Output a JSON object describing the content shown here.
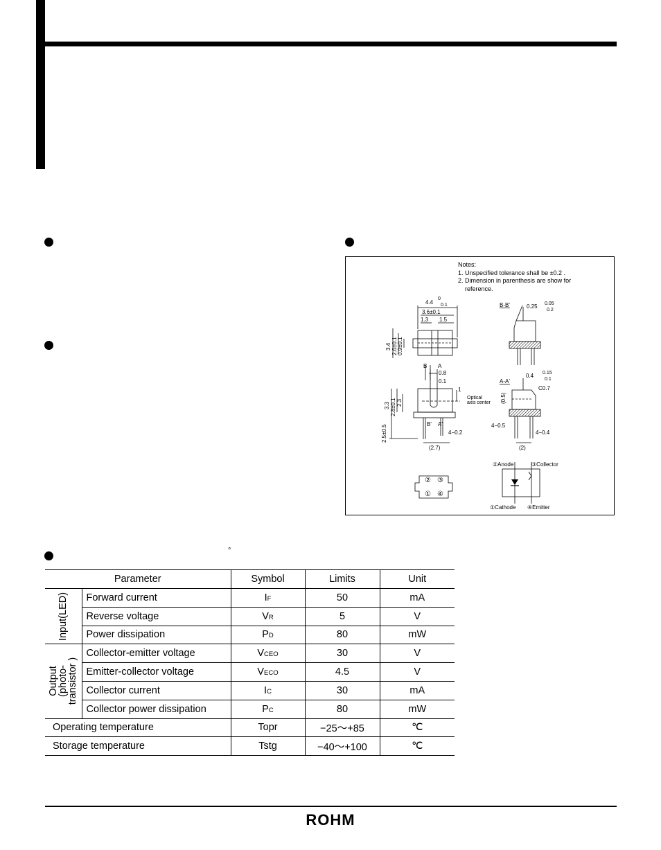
{
  "figure": {
    "notes": [
      "Notes:",
      "1. Unspecified tolerance shall be ±0.2 .",
      "2. Dimension in parenthesis are show for",
      "reference."
    ],
    "labels": {
      "dim_44": "4.4",
      "dim_44_tol_up": "0",
      "dim_44_tol_dn": "0.1",
      "dim_36": "3.6±0.1",
      "dim_13": "1.3",
      "dim_15": "1.5",
      "dim_34": "3.4",
      "dim_26": "2.6±0.1",
      "dim_09": "0.9±0.1",
      "bb": "B-B'",
      "dim_025": "0.25",
      "dim_025_up": "0.05",
      "dim_025_dn": "0.2",
      "b": "B",
      "a": "A",
      "dim_08": "0.8",
      "dim_01": "0.1",
      "dim_1": "1",
      "optical1": "Optical",
      "optical2": "axis center",
      "dim_33": "3.3",
      "dim_28": "2.8±0.1",
      "dim_23": "2.3",
      "dim_25": "2.5±0.5",
      "bprime": "B'",
      "aprime": "A'",
      "pin_02": "4−0.2",
      "dim_27": "(2.7)",
      "aa": "A-A'",
      "dim_04": "0.4",
      "dim_04_up": "0.15",
      "dim_04_dn": "0.1",
      "dim_05": "(0.5)",
      "c07": "C0.7",
      "pin_05": "4−0.5",
      "pin_04": "4−0.4",
      "dim_2": "(2)",
      "pad_2": "②",
      "pad_3": "③",
      "pad_1": "①",
      "pad_4": "④",
      "anode": "②Anode",
      "collector": "③Collector",
      "cathode": "①Cathode",
      "emitter": "④Emitter"
    }
  },
  "table": {
    "headers": {
      "parameter": "Parameter",
      "symbol": "Symbol",
      "limits": "Limits",
      "unit": "Unit"
    },
    "input_group": "Input(LED)",
    "output_group": [
      "Output",
      "(photo-",
      "transistor )"
    ],
    "rows": [
      {
        "param": "Forward current",
        "sym": "I",
        "sub": "F",
        "limit": "50",
        "unit": "mA"
      },
      {
        "param": "Reverse voltage",
        "sym": "V",
        "sub": "R",
        "limit": "5",
        "unit": "V"
      },
      {
        "param": "Power dissipation",
        "sym": "P",
        "sub": "D",
        "limit": "80",
        "unit": "mW"
      },
      {
        "param": "Collector-emitter voltage",
        "sym": "V",
        "sub": "CEO",
        "limit": "30",
        "unit": "V"
      },
      {
        "param": "Emitter-collector voltage",
        "sym": "V",
        "sub": "ECO",
        "limit": "4.5",
        "unit": "V"
      },
      {
        "param": "Collector current",
        "sym": "I",
        "sub": "C",
        "limit": "30",
        "unit": "mA"
      },
      {
        "param": "Collector power dissipation",
        "sym": "P",
        "sub": "C",
        "limit": "80",
        "unit": "mW"
      },
      {
        "param": "Operating temperature",
        "sym": "Topr",
        "sub": "",
        "limit": "−25～+85",
        "unit": "℃"
      },
      {
        "param": "Storage temperature",
        "sym": "Tstg",
        "sub": "",
        "limit": "−40～+100",
        "unit": "℃"
      }
    ]
  },
  "degree_mark": "°",
  "footer": {
    "logo": "ROHM"
  }
}
